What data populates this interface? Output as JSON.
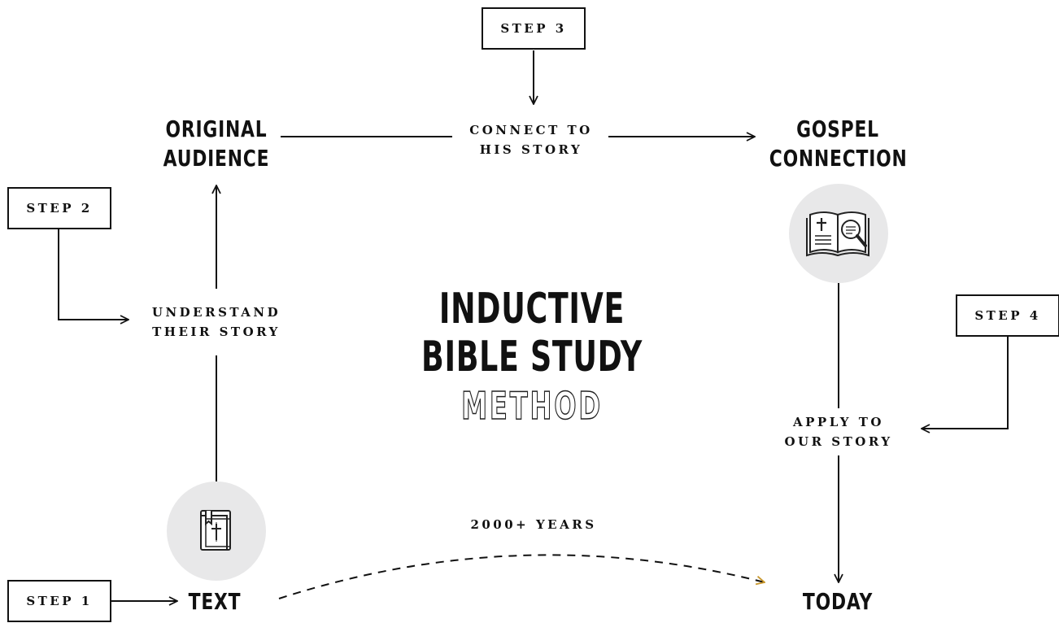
{
  "steps": {
    "step1": "STEP 1",
    "step2": "STEP 2",
    "step3": "STEP 3",
    "step4": "STEP 4"
  },
  "connectors": {
    "understand": [
      "UNDERSTAND",
      "THEIR STORY"
    ],
    "connect": [
      "CONNECT TO",
      "HIS STORY"
    ],
    "apply": [
      "APPLY TO",
      "OUR STORY"
    ]
  },
  "nodes": {
    "original_audience": [
      "ORIGINAL",
      "AUDIENCE"
    ],
    "gospel_connection": [
      "GOSPEL",
      "CONNECTION"
    ],
    "text": "TEXT",
    "today": "TODAY"
  },
  "title": {
    "line1": "INDUCTIVE",
    "line2": "BIBLE STUDY",
    "line3": "METHOD"
  },
  "timeline_label": "2000+ YEARS",
  "icons": {
    "text_icon": "bible-book-icon",
    "gospel_icon": "open-bible-search-icon"
  },
  "colors": {
    "ink": "#111111",
    "circle": "#e8e8e9",
    "accent_arrow": "#c8962a"
  }
}
